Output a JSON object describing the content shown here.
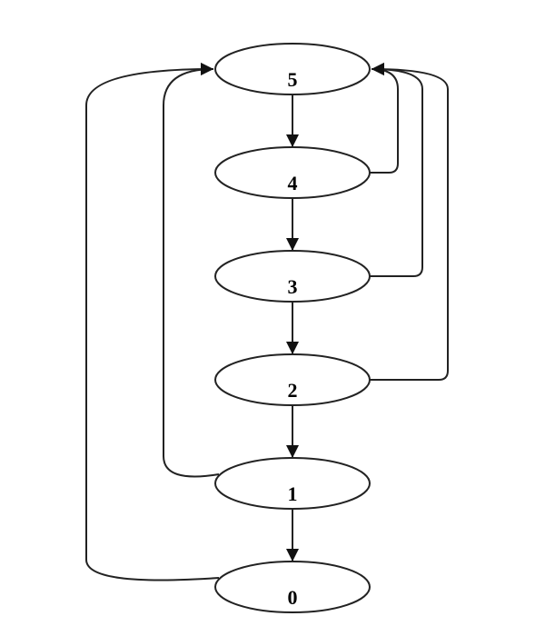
{
  "diagram": {
    "type": "state-graph",
    "nodes": [
      {
        "id": "5",
        "label": "5"
      },
      {
        "id": "4",
        "label": "4"
      },
      {
        "id": "3",
        "label": "3"
      },
      {
        "id": "2",
        "label": "2"
      },
      {
        "id": "1",
        "label": "1"
      },
      {
        "id": "0",
        "label": "0"
      }
    ],
    "edges": [
      {
        "from": "5",
        "to": "4"
      },
      {
        "from": "4",
        "to": "3"
      },
      {
        "from": "3",
        "to": "2"
      },
      {
        "from": "2",
        "to": "1"
      },
      {
        "from": "1",
        "to": "0"
      },
      {
        "from": "4",
        "to": "5"
      },
      {
        "from": "3",
        "to": "5"
      },
      {
        "from": "2",
        "to": "5"
      },
      {
        "from": "1",
        "to": "5"
      },
      {
        "from": "0",
        "to": "5"
      }
    ]
  }
}
